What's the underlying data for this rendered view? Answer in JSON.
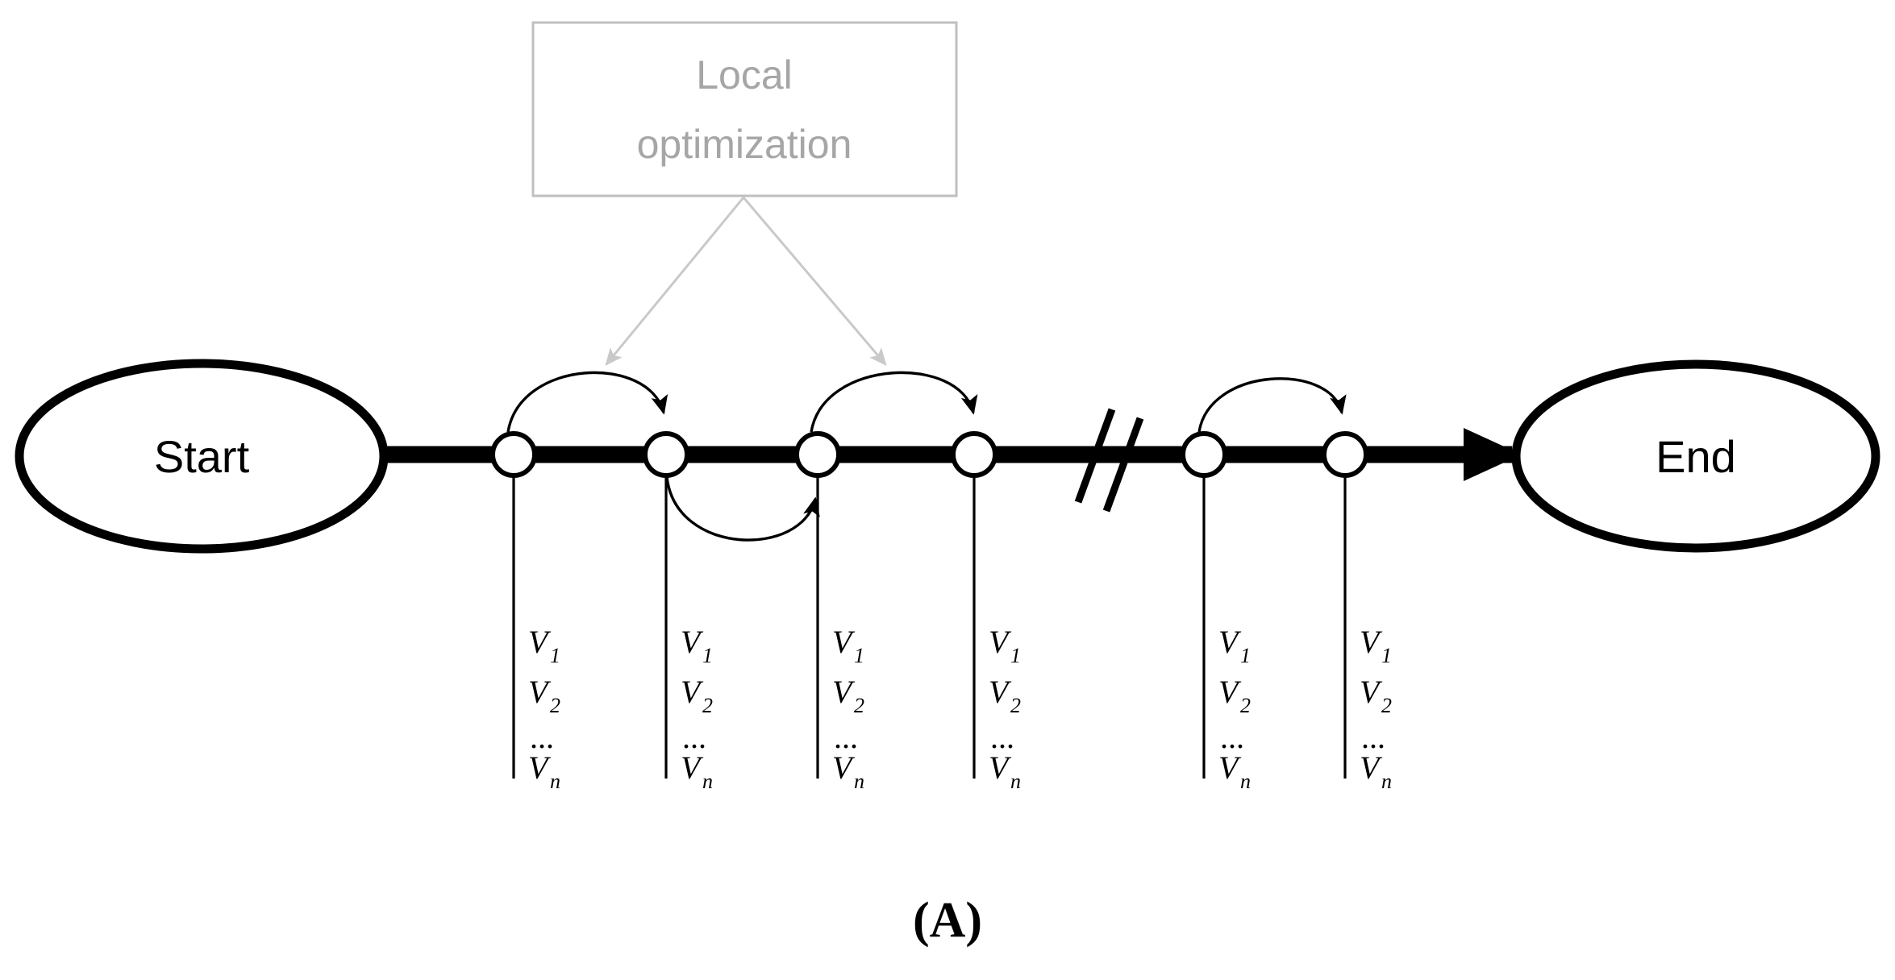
{
  "figure": {
    "caption": "(A)",
    "start_node_label": "Start",
    "end_node_label": "End",
    "annotation_box": {
      "line1": "Local",
      "line2": "optimization"
    },
    "variable_stack": {
      "items": [
        {
          "base": "V",
          "sub": "1"
        },
        {
          "base": "V",
          "sub": "2"
        },
        {
          "base": "…",
          "sub": ""
        },
        {
          "base": "V",
          "sub": "n"
        }
      ],
      "dots": "..."
    },
    "break_marker": "//",
    "colors": {
      "stroke": "#000000",
      "annotation_gray": "#a6a6a6",
      "annotation_border": "#bfbfbf",
      "background": "#ffffff"
    },
    "node_count": 6,
    "nodes": [
      {
        "index": 1,
        "stack_label": "V1 V2 ... Vn"
      },
      {
        "index": 2,
        "stack_label": "V1 V2 ... Vn"
      },
      {
        "index": 3,
        "stack_label": "V1 V2 ... Vn"
      },
      {
        "index": 4,
        "stack_label": "V1 V2 ... Vn"
      },
      {
        "index": 5,
        "stack_label": "V1 V2 ... Vn"
      },
      {
        "index": 6,
        "stack_label": "V1 V2 ... Vn"
      }
    ]
  }
}
